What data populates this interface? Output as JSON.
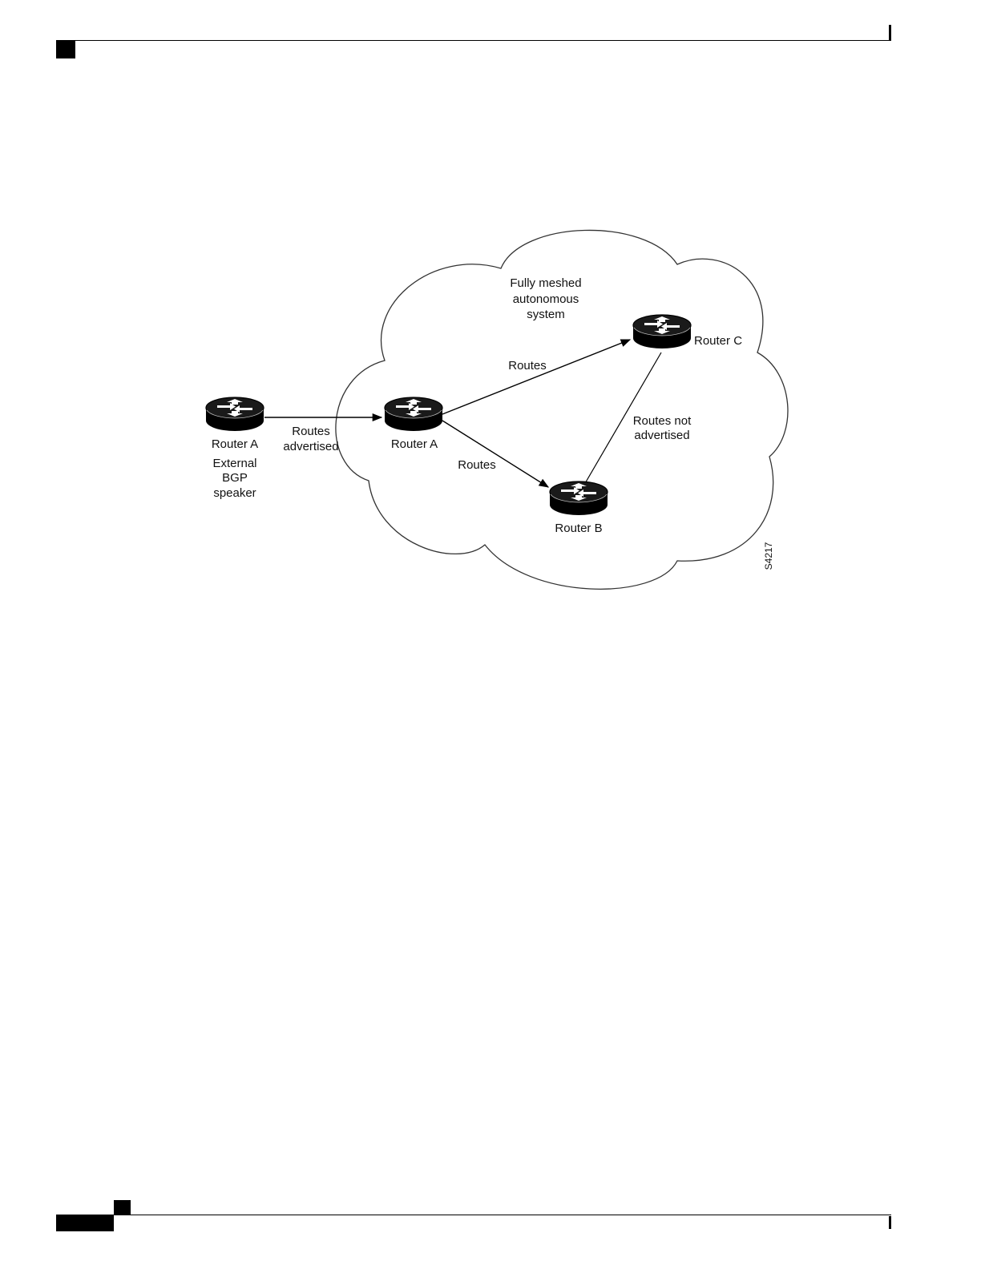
{
  "page": {
    "background": "#ffffff",
    "ink": "#000000"
  },
  "diagram": {
    "cloud_label": [
      "Fully meshed",
      "autonomous",
      "system"
    ],
    "external_router": {
      "label": "Router A",
      "caption": [
        "External",
        "BGP",
        "speaker"
      ]
    },
    "internal_router_a": {
      "label": "Router A"
    },
    "router_b": {
      "label": "Router B"
    },
    "router_c": {
      "label": "Router C"
    },
    "edges": {
      "external_to_a": [
        "Routes",
        "advertised"
      ],
      "a_to_c": "Routes",
      "a_to_b": "Routes",
      "b_to_c": [
        "Routes not",
        "advertised"
      ]
    },
    "figure_id": "S4217"
  }
}
